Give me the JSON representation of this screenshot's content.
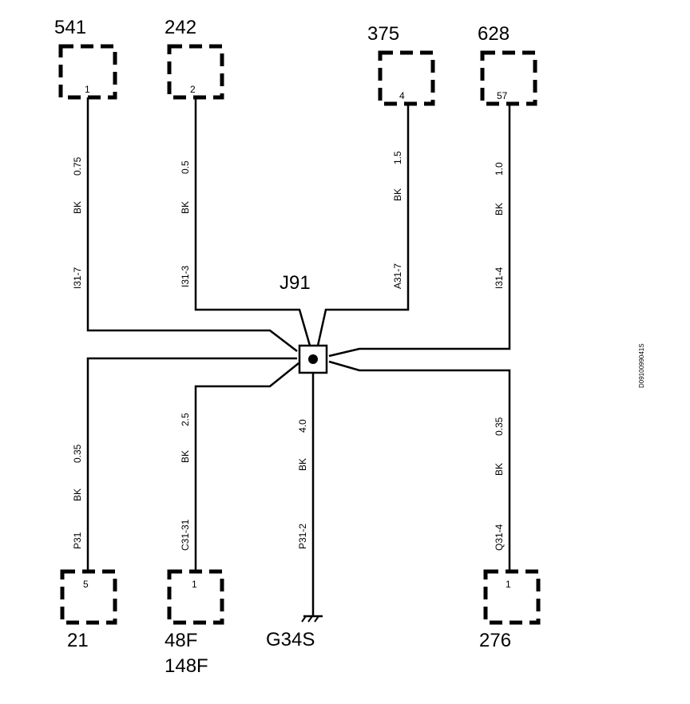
{
  "splice": {
    "label": "J91"
  },
  "ground": {
    "label": "G34S"
  },
  "doc_code": "D0910099041S",
  "connectors": [
    {
      "id": "top-1",
      "label": "541",
      "pin": "1"
    },
    {
      "id": "top-2",
      "label": "242",
      "pin": "2"
    },
    {
      "id": "top-3",
      "label": "375",
      "pin": "4"
    },
    {
      "id": "top-4",
      "label": "628",
      "pin": "57"
    },
    {
      "id": "bot-1",
      "label": "21",
      "pin": "5"
    },
    {
      "id": "bot-2",
      "label": "48F",
      "label2": "148F",
      "pin": "1"
    },
    {
      "id": "bot-3",
      "label": "276",
      "pin": "1"
    }
  ],
  "wires": [
    {
      "id": "w541",
      "size": "0.75",
      "color": "BK",
      "circuit": "I31-7"
    },
    {
      "id": "w242",
      "size": "0.5",
      "color": "BK",
      "circuit": "I31-3"
    },
    {
      "id": "w375",
      "size": "1.5",
      "color": "BK",
      "circuit": "A31-7"
    },
    {
      "id": "w628",
      "size": "1.0",
      "color": "BK",
      "circuit": "I31-4"
    },
    {
      "id": "w21",
      "size": "0.35",
      "color": "BK",
      "circuit": "P31"
    },
    {
      "id": "w48F",
      "size": "2.5",
      "color": "BK",
      "circuit": "C31-31"
    },
    {
      "id": "wG34S",
      "size": "4.0",
      "color": "BK",
      "circuit": "P31-2"
    },
    {
      "id": "w276",
      "size": "0.35",
      "color": "BK",
      "circuit": "Q31-4"
    }
  ]
}
